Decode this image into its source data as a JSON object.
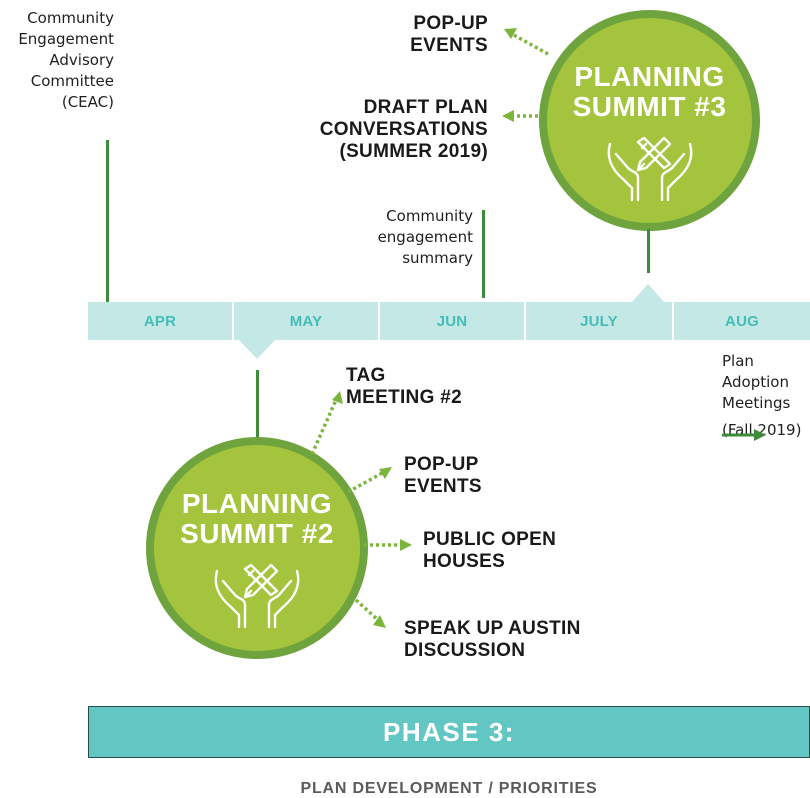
{
  "timeline": {
    "months": [
      "APR",
      "MAY",
      "JUN",
      "JULY",
      "AUG"
    ]
  },
  "top_left_label": [
    "Community",
    "Engagement",
    "Advisory",
    "Committee",
    "(CEAC)"
  ],
  "engagement_summary_label": [
    "Community",
    "engagement",
    "summary"
  ],
  "summit3": {
    "title_line1": "PLANNING",
    "title_line2": "SUMMIT #3",
    "icon": "hands-pencil-ruler-icon",
    "items": [
      [
        "POP-UP",
        "EVENTS"
      ],
      [
        "DRAFT PLAN",
        "CONVERSATIONS",
        "(SUMMER 2019)"
      ]
    ]
  },
  "summit2": {
    "title_line1": "PLANNING",
    "title_line2": "SUMMIT #2",
    "icon": "hands-pencil-ruler-icon",
    "items": [
      [
        "TAG",
        "MEETING #2"
      ],
      [
        "POP-UP",
        "EVENTS"
      ],
      [
        "PUBLIC OPEN",
        "HOUSES"
      ],
      [
        "SPEAK UP AUSTIN",
        "DISCUSSION"
      ]
    ]
  },
  "plan_adoption": {
    "lines": [
      "Plan",
      "Adoption",
      "Meetings",
      "(Fall 2019)"
    ],
    "icon": "arrow-right-icon"
  },
  "phase": {
    "title": "PHASE 3:",
    "subtitle": "PLAN DEVELOPMENT / PRIORITIES"
  },
  "colors": {
    "accent_green": "#a3c43c",
    "dark_green": "#3e8b3a",
    "teal": "#62c7c3",
    "light_teal": "#c4e8e6"
  }
}
